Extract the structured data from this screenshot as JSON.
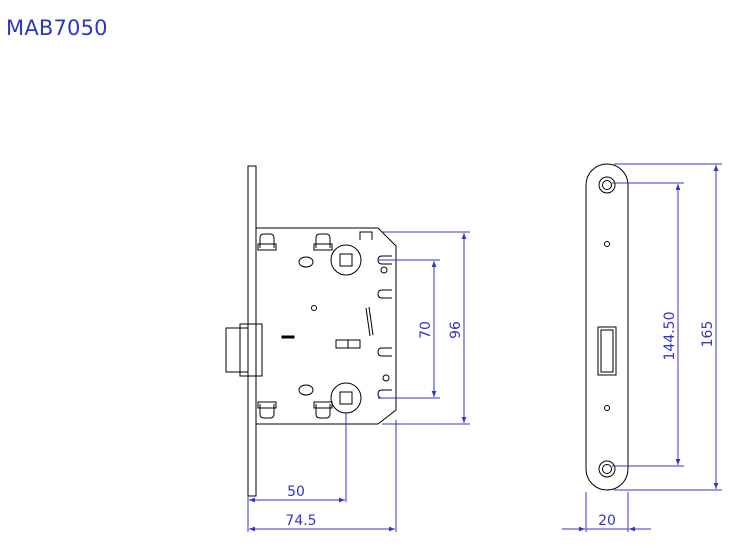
{
  "title": "MAB7050",
  "colors": {
    "title": "#2a38c9",
    "dimension": "#3434c8",
    "outline": "#000000"
  },
  "dimensions": {
    "backset_50": "50",
    "overall_74_5": "74.5",
    "handle_to_key_70": "70",
    "case_height_96": "96",
    "screw_spacing_144_50": "144.50",
    "plate_height_165": "165",
    "plate_width_20": "20"
  }
}
